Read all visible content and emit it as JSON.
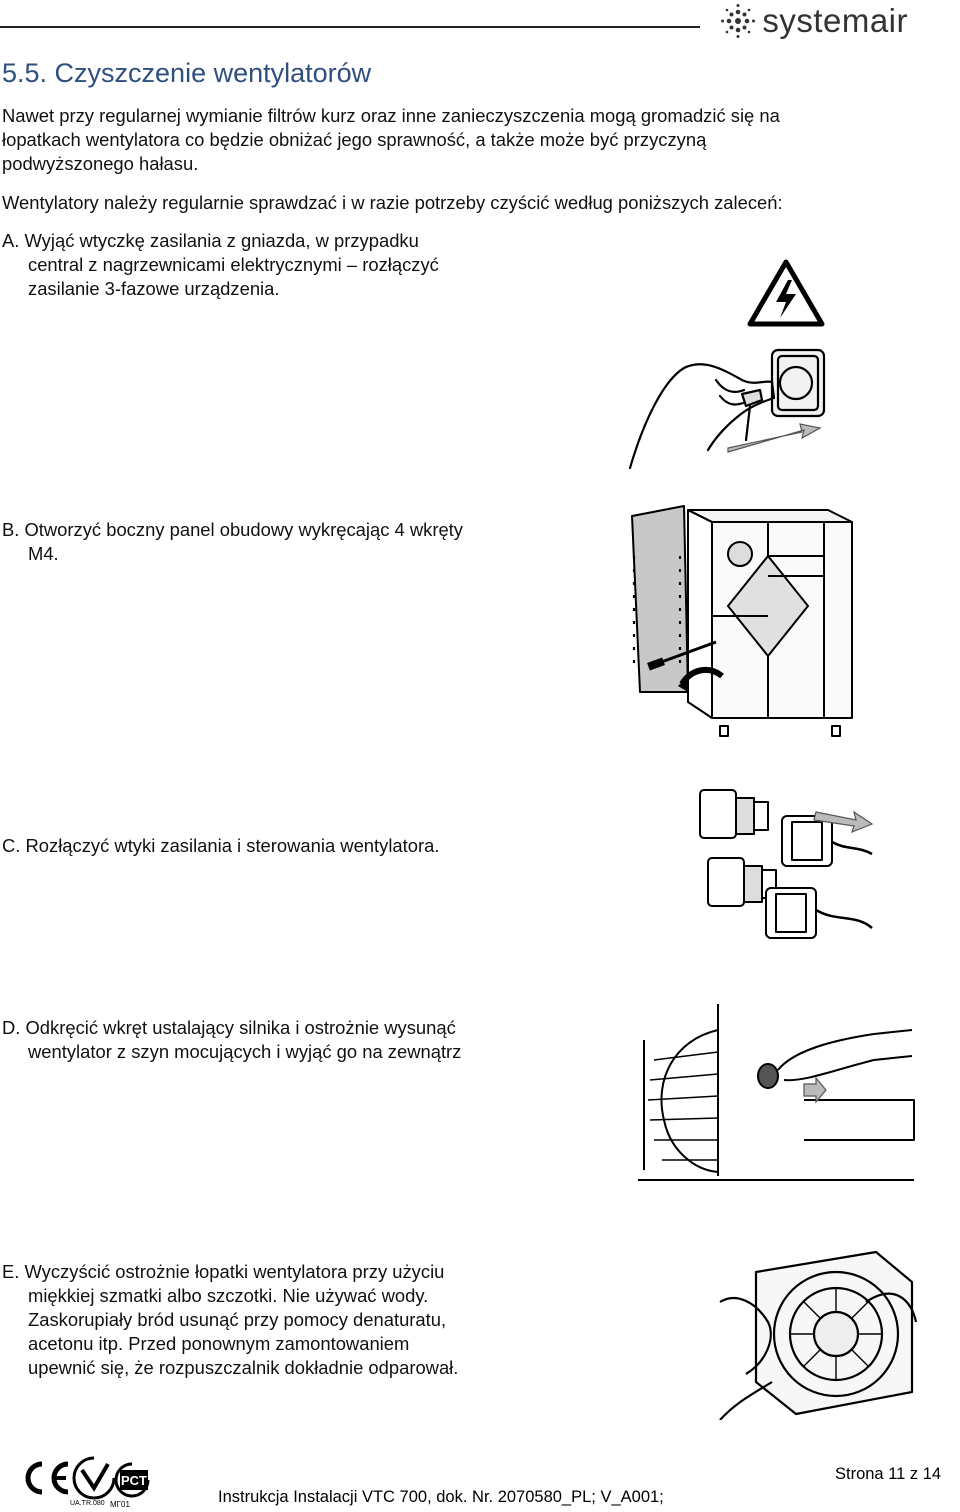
{
  "header": {
    "brand": "systemair"
  },
  "section_title": "5.5. Czyszczenie wentylatorów",
  "intro": [
    "Nawet przy regularnej wymianie filtrów kurz oraz inne zanieczyszczenia mogą gromadzić się na",
    "łopatkach wentylatora co będzie obniżać jego sprawność, a także może być przyczyną",
    "podwyższonego hałasu."
  ],
  "intro2": "Wentylatory należy regularnie sprawdzać i w razie potrzeby czyścić według poniższych zaleceń:",
  "steps": {
    "a": [
      "A. Wyjąć wtyczkę zasilania z gniazda, w przypadku",
      "central z nagrzewnicami elektrycznymi – rozłączyć",
      "zasilanie 3-fazowe urządzenia."
    ],
    "b": [
      "B. Otworzyć boczny panel obudowy wykręcając 4 wkręty",
      "M4."
    ],
    "c": [
      "C. Rozłączyć wtyki zasilania i sterowania wentylatora."
    ],
    "d": [
      "D. Odkręcić wkręt ustalający silnika i ostrożnie wysunąć",
      "wentylator z szyn mocujących i wyjąć go na zewnątrz"
    ],
    "e": [
      "E. Wyczyścić ostrożnie łopatki wentylatora przy użyciu",
      "miękkiej szmatki albo szczotki. Nie używać wody.",
      "Zaskorupiały bród usunąć przy pomocy denaturatu,",
      "acetonu itp. Przed ponownym zamontowaniem",
      "upewnić się, że rozpuszczalnik dokładnie odparował."
    ]
  },
  "certs": {
    "ce": "CE",
    "ua": "UA.TR.080",
    "pct": "PCT",
    "mg": "МГ01"
  },
  "footer": {
    "doc": "Instrukcja Instalacji VTC 700, dok. Nr. 2070580_PL; V_A001;",
    "page": "Strona 11 z 14"
  }
}
